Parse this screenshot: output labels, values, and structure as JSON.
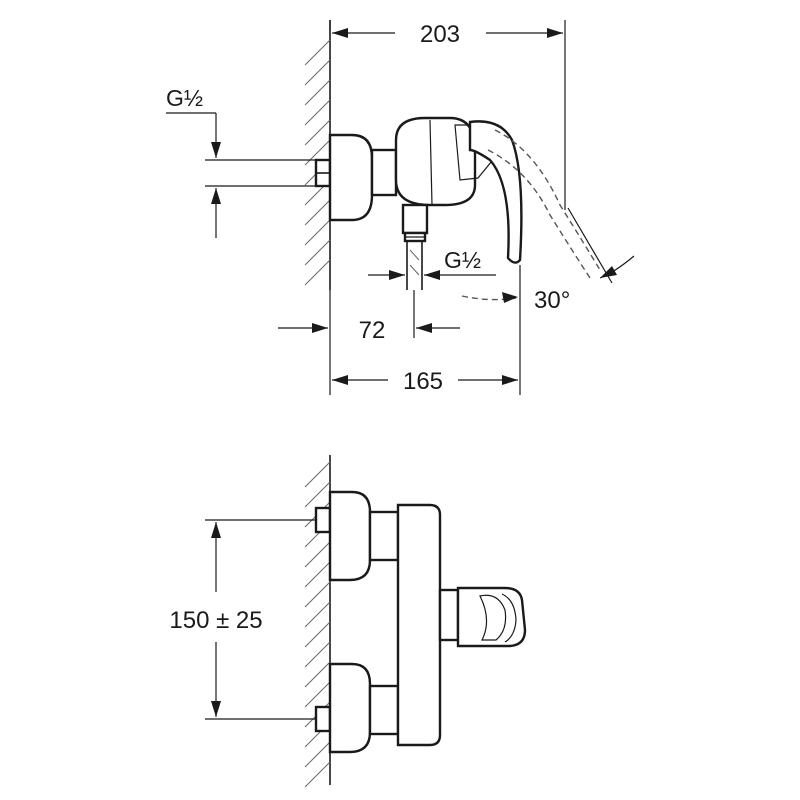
{
  "top_view": {
    "dim_overall_length": "203",
    "dim_projection": "165",
    "dim_outlet_offset": "72",
    "inlet_thread": "G½",
    "outlet_thread": "G½",
    "lever_angle": "30°"
  },
  "front_view": {
    "dim_inlet_spacing": "150 ± 25"
  },
  "colors": {
    "line": "#1a1a1a",
    "background": "#ffffff"
  }
}
